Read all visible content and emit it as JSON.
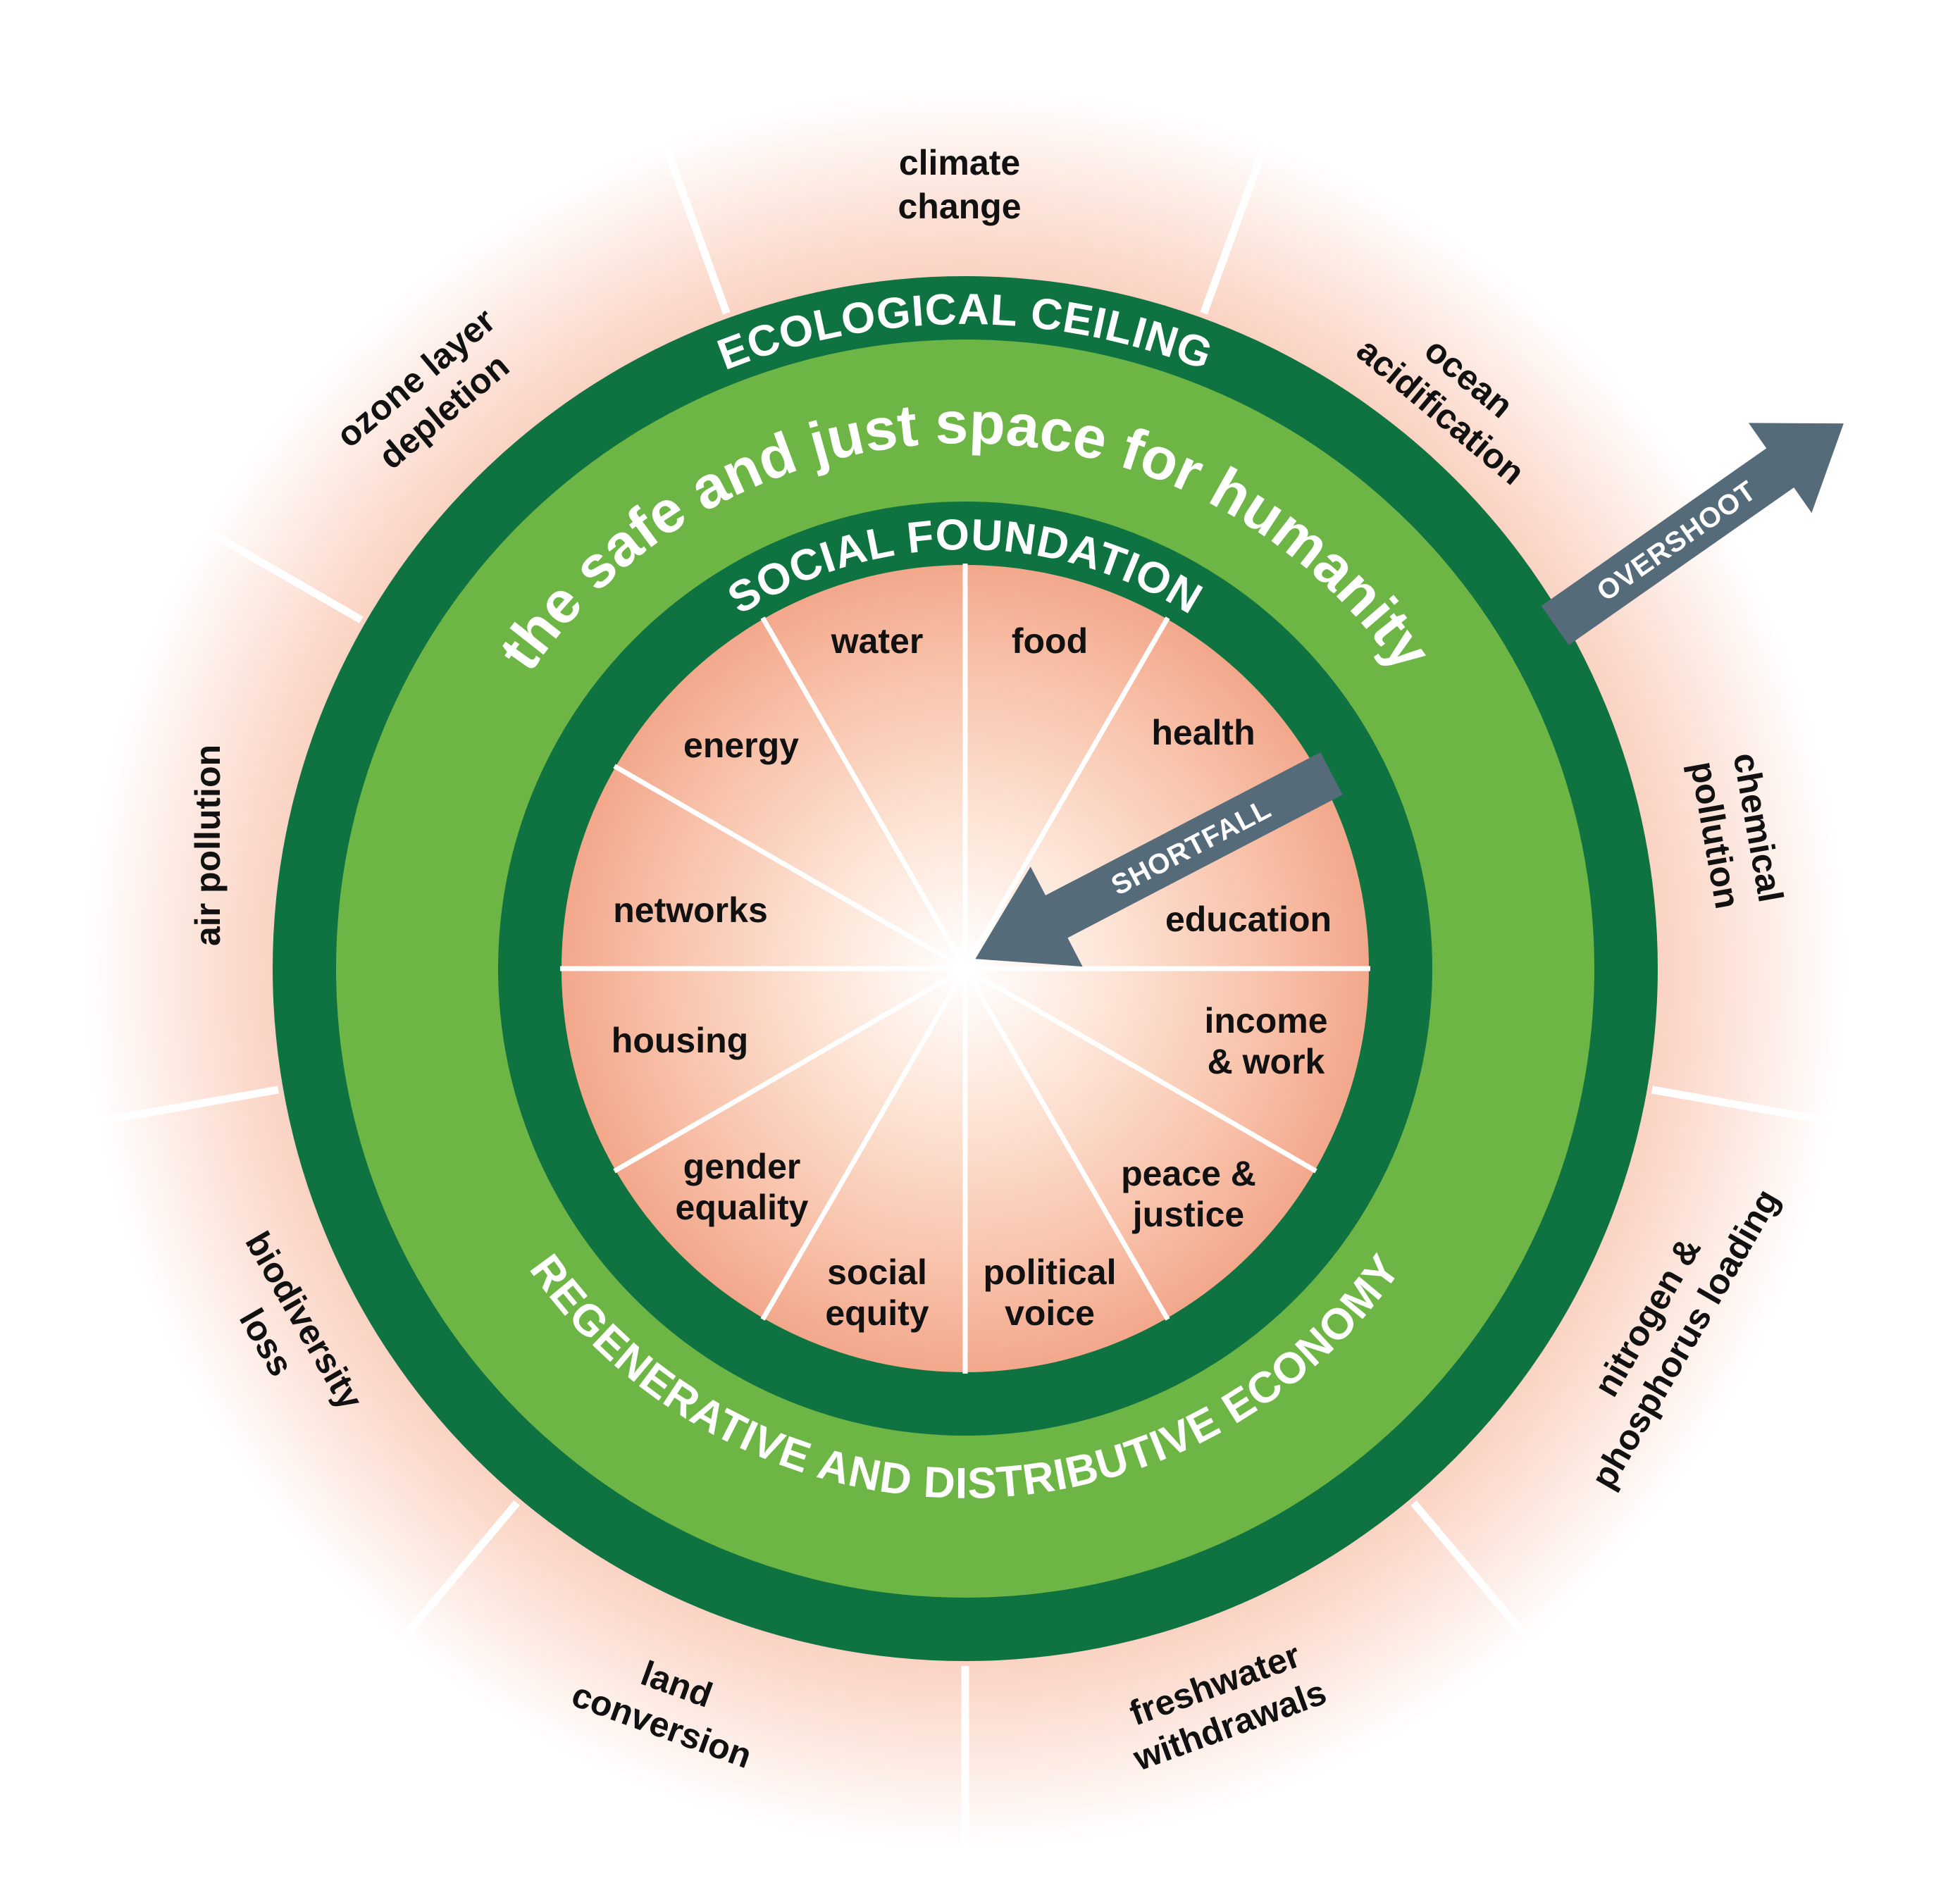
{
  "diagram": {
    "ecological_ceiling": "ECOLOGICAL CEILING",
    "safe_space": "the safe and just space for humanity",
    "social_foundation": "SOCIAL FOUNDATION",
    "economy": "REGENERATIVE AND DISTRIBUTIVE ECONOMY",
    "overshoot": "OVERSHOOT",
    "shortfall": "SHORTFALL",
    "ceiling_dimensions": [
      {
        "id": "climate-change",
        "lines": [
          "climate",
          "change"
        ]
      },
      {
        "id": "ocean-acidification",
        "lines": [
          "ocean",
          "acidification"
        ]
      },
      {
        "id": "chemical-pollution",
        "lines": [
          "chemical",
          "pollution"
        ]
      },
      {
        "id": "nitrogen-phosphorus",
        "lines": [
          "nitrogen &",
          "phosphorus loading"
        ]
      },
      {
        "id": "freshwater-withdrawals",
        "lines": [
          "freshwater",
          "withdrawals"
        ]
      },
      {
        "id": "land-conversion",
        "lines": [
          "land",
          "conversion"
        ]
      },
      {
        "id": "biodiversity-loss",
        "lines": [
          "biodiversity",
          "loss"
        ]
      },
      {
        "id": "air-pollution",
        "lines": [
          "air pollution"
        ]
      },
      {
        "id": "ozone-depletion",
        "lines": [
          "ozone layer",
          "depletion"
        ]
      }
    ],
    "foundation_dimensions": [
      {
        "id": "water",
        "lines": [
          "water"
        ]
      },
      {
        "id": "food",
        "lines": [
          "food"
        ]
      },
      {
        "id": "health",
        "lines": [
          "health"
        ]
      },
      {
        "id": "education",
        "lines": [
          "education"
        ]
      },
      {
        "id": "income-work",
        "lines": [
          "income",
          "& work"
        ]
      },
      {
        "id": "peace-justice",
        "lines": [
          "peace &",
          "justice"
        ]
      },
      {
        "id": "political-voice",
        "lines": [
          "political",
          "voice"
        ]
      },
      {
        "id": "social-equity",
        "lines": [
          "social",
          "equity"
        ]
      },
      {
        "id": "gender-equality",
        "lines": [
          "gender",
          "equality"
        ]
      },
      {
        "id": "housing",
        "lines": [
          "housing"
        ]
      },
      {
        "id": "networks",
        "lines": [
          "networks"
        ]
      },
      {
        "id": "energy",
        "lines": [
          "energy"
        ]
      }
    ],
    "colors": {
      "dark_green": "#0e7340",
      "light_green": "#6db544",
      "salmon": "#f2a58a",
      "arrow": "#566b7a",
      "text": "#111111"
    }
  }
}
